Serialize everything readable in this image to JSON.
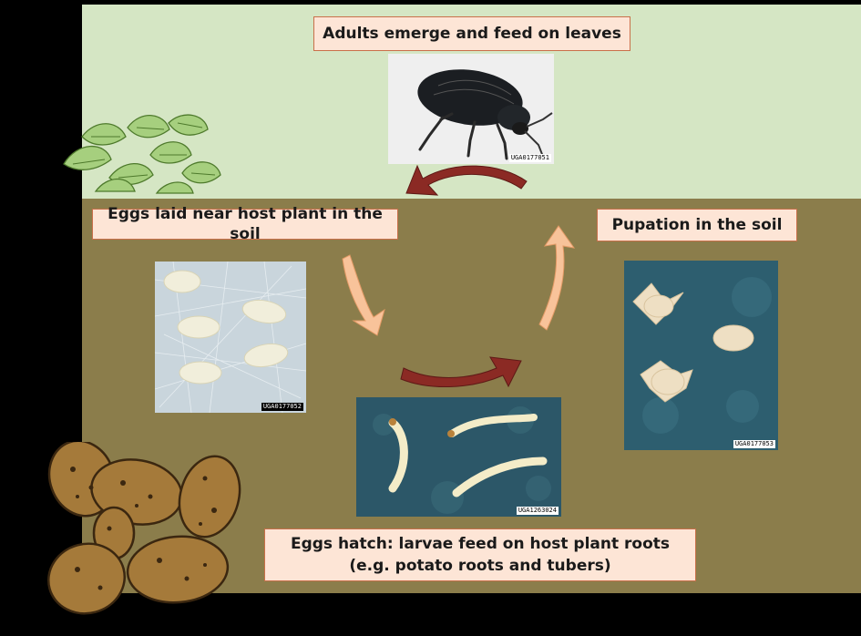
{
  "stages": {
    "adults": "Adults emerge and feed on leaves",
    "eggs": "Eggs laid near host plant in the soil",
    "pupation": "Pupation in the soil",
    "larvae_line1": "Eggs hatch: larvae feed on host plant roots",
    "larvae_line2": "(e.g. potato roots and tubers)"
  },
  "photo_ids": {
    "adult": "UGA0177051",
    "eggs": "UGA0177052",
    "larvae": "UGA1263024",
    "pupae": "UGA0177053"
  },
  "colors": {
    "background": "#000000",
    "sky": "#d5e6c4",
    "soil": "#8b7d4b",
    "label_fill": "#fde5d6",
    "label_border": "#c9704a",
    "arrow_dark": "#8b2a24",
    "arrow_light": "#f8c39a",
    "leaf": "#a6cf7e",
    "potato": "#a57a3a"
  },
  "icons": [
    "plant-leaves-icon",
    "potatoes-icon",
    "cycle-arrow-icon"
  ]
}
